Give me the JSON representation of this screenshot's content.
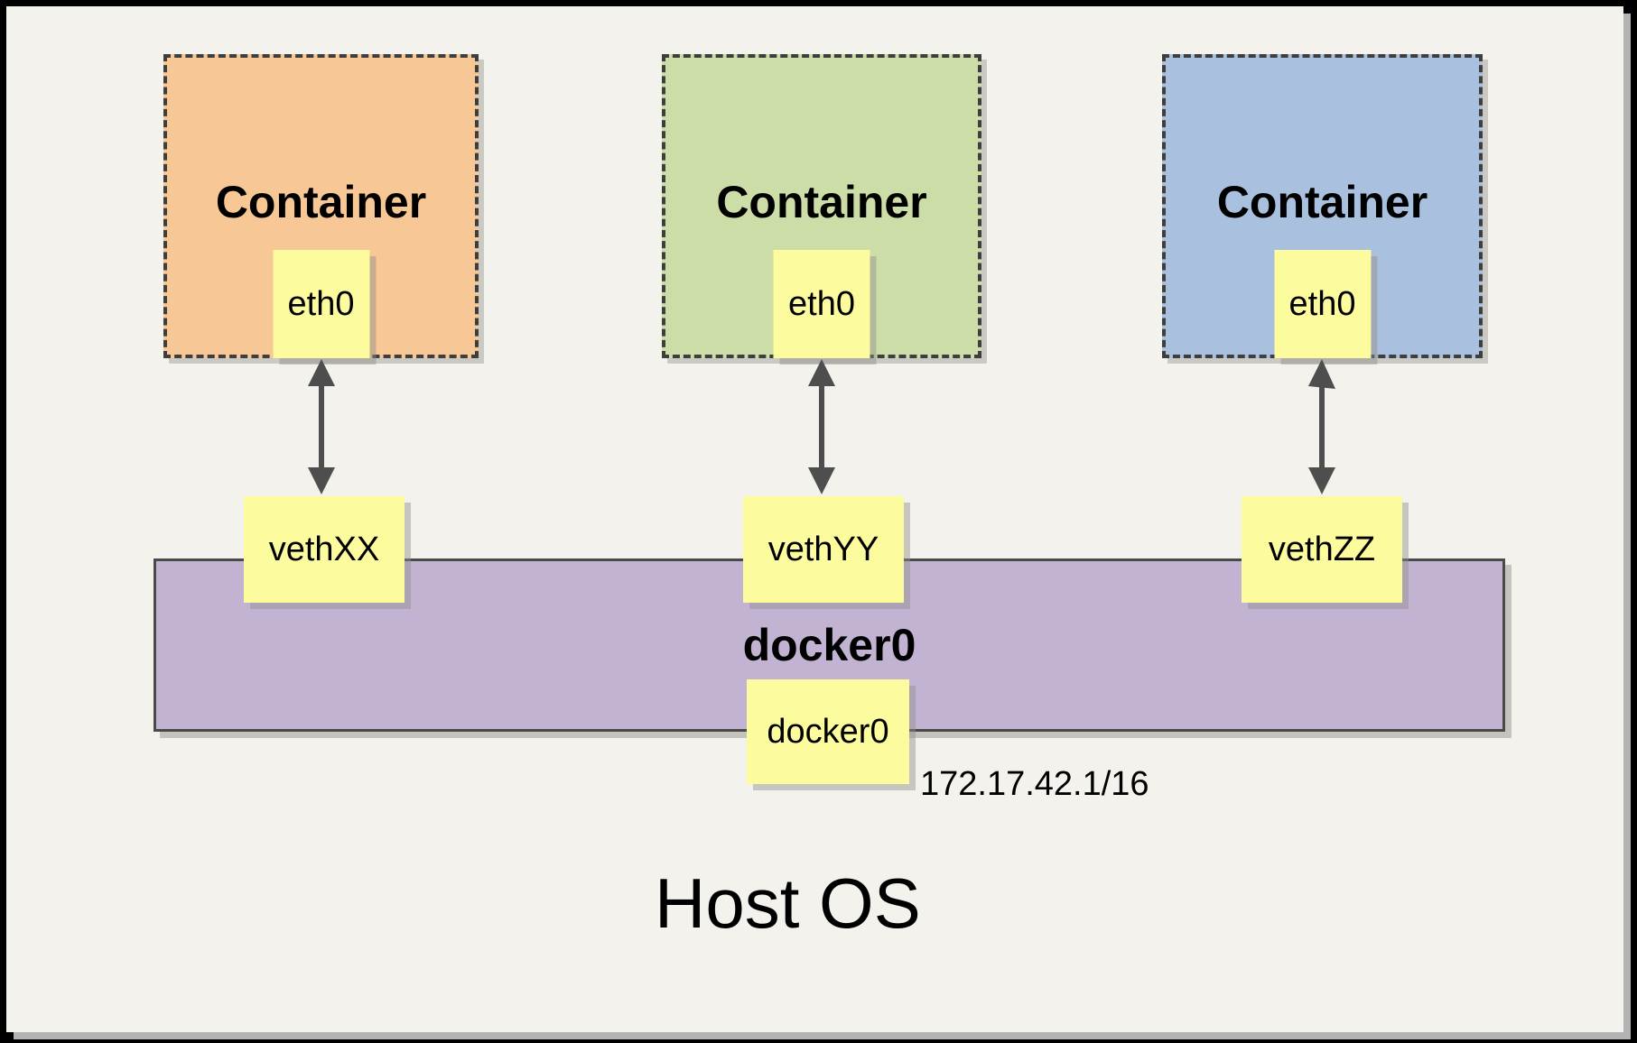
{
  "containers": [
    {
      "label": "Container",
      "interface": "eth0",
      "veth": "vethXX",
      "fill": "#F7C795"
    },
    {
      "label": "Container",
      "interface": "eth0",
      "veth": "vethYY",
      "fill": "#CCDDA7"
    },
    {
      "label": "Container",
      "interface": "eth0",
      "veth": "vethZZ",
      "fill": "#AAC0DF"
    }
  ],
  "bridge": {
    "label": "docker0",
    "interface_box": "docker0",
    "ip": "172.17.42.1/16",
    "fill": "#C2B3D3"
  },
  "host": {
    "label": "Host OS"
  },
  "note_fill": "#FCFB9D",
  "colors": {
    "page_background": "#F4F2ED",
    "frame": "#000000",
    "dashed_border": "#3E3E3E",
    "bridge_border": "#4A4A4A",
    "arrow": "#4E4E4E",
    "shadow": "#B3B3B3"
  }
}
